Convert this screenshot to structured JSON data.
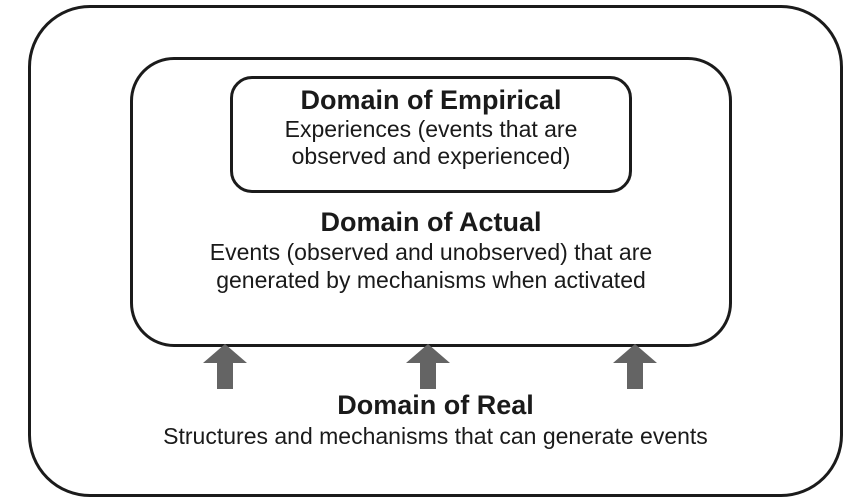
{
  "diagram": {
    "empirical": {
      "title": "Domain of Empirical",
      "description_line1": "Experiences (events that are",
      "description_line2": "observed and experienced)"
    },
    "actual": {
      "title": "Domain of Actual",
      "description_line1": "Events (observed and unobserved) that are",
      "description_line2": "generated by mechanisms when activated"
    },
    "real": {
      "title": "Domain of Real",
      "description": "Structures and mechanisms that can generate events"
    },
    "icons": {
      "arrows": [
        "up-arrow-icon",
        "up-arrow-icon",
        "up-arrow-icon"
      ]
    },
    "colors": {
      "border": "#1b1b1b",
      "arrow_fill": "#646464",
      "background": "#ffffff",
      "text": "#1a1a1a"
    }
  }
}
